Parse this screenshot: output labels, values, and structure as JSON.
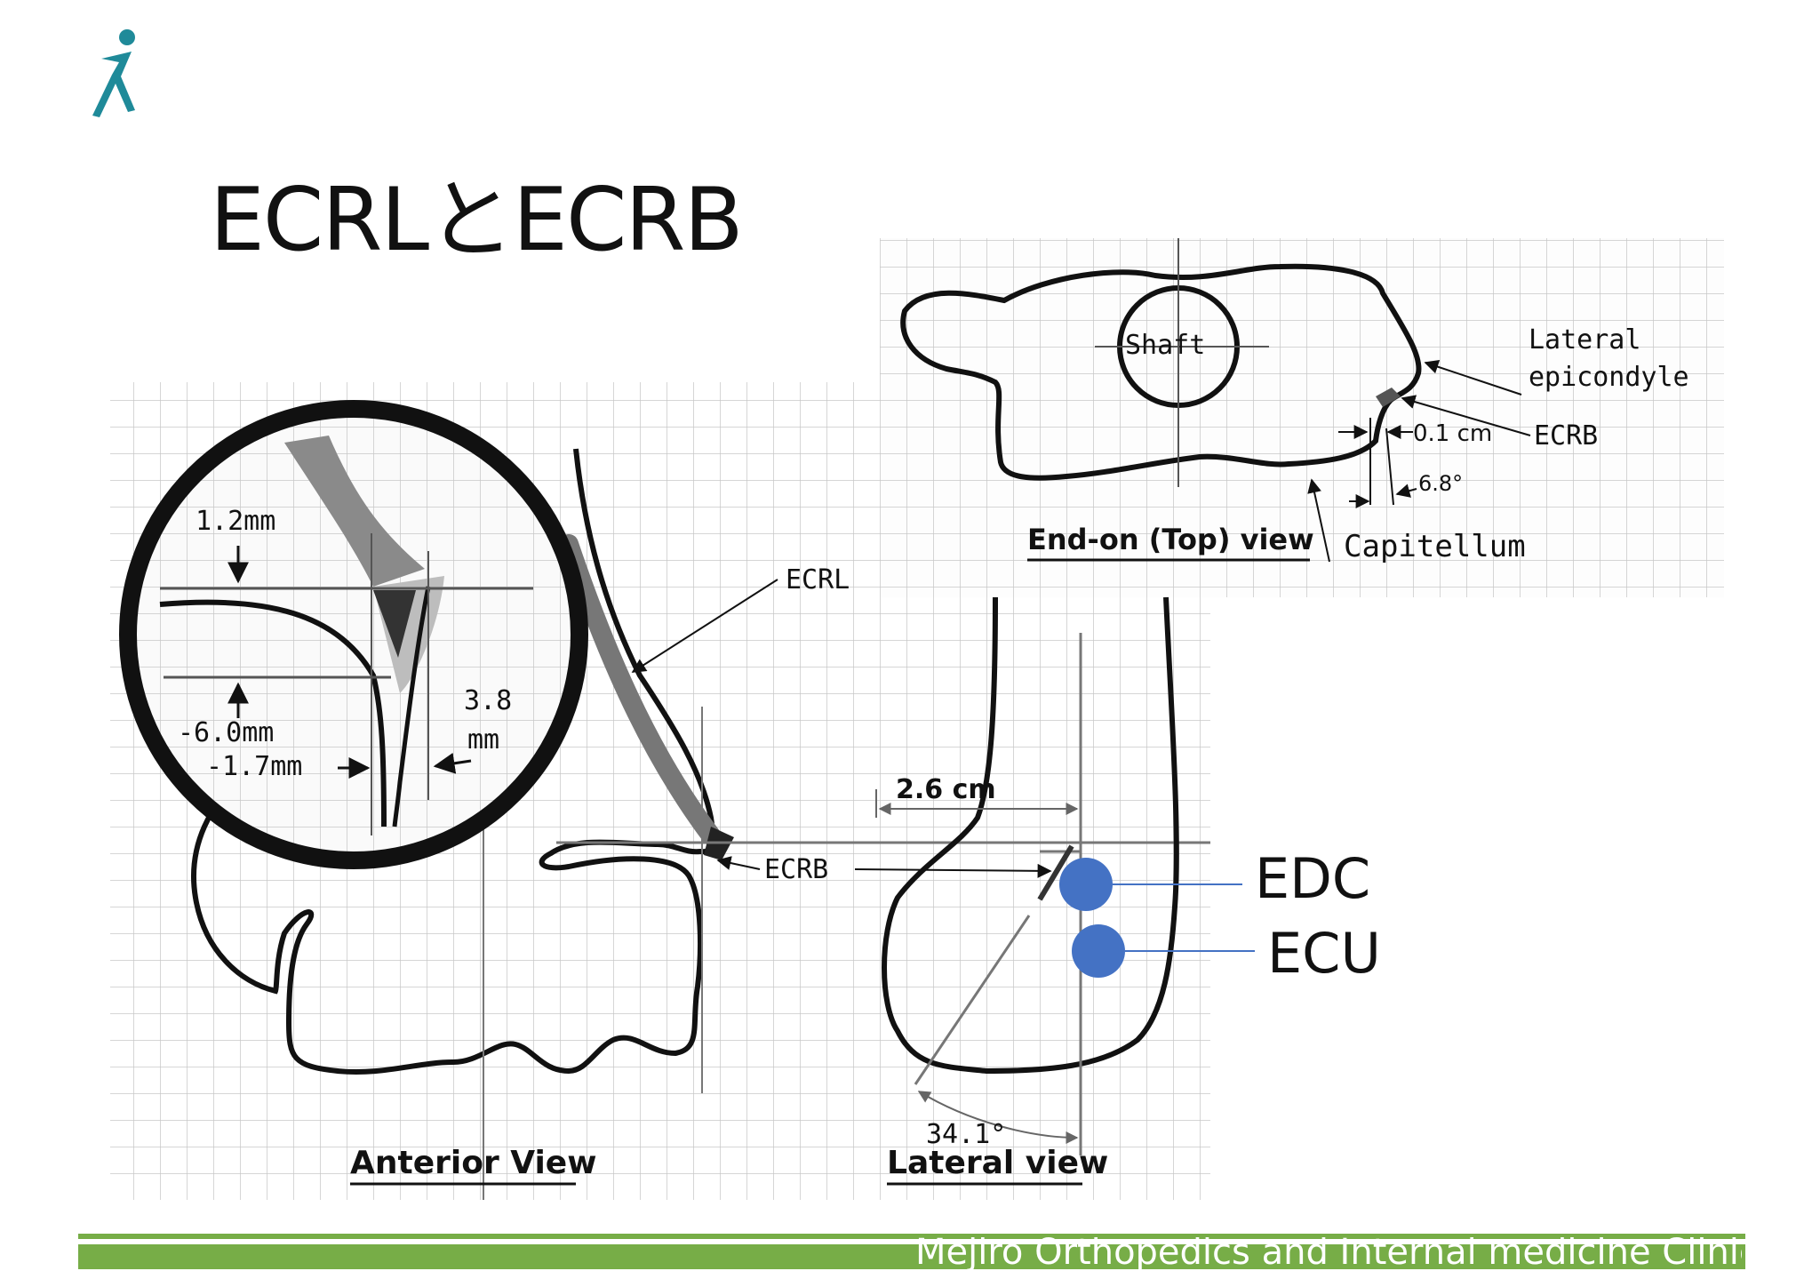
{
  "slide_title": "ECRLとECRB",
  "labels": {
    "edc": "EDC",
    "ecu": "ECU",
    "ecrl": "ECRL",
    "ecrb_anterior": "ECRB",
    "ecrb_top": "ECRB",
    "shaft": "Shaft",
    "lateral": "Lateral",
    "epicondyle": "epicondyle",
    "capitellum": "Capitellum",
    "dim_0_1cm": "0.1 cm",
    "angle_6_8": "6.8°",
    "end_on_view": "End-on (Top) view",
    "anterior_view": "Anterior View",
    "lateral_view": "Lateral view",
    "dim_2_6cm": "2.6 cm",
    "angle_34_1": "34.1°",
    "dim_1_2mm": "1.2mm",
    "dim_6_0mm": "-6.0mm",
    "dim_1_7mm": "-1.7mm",
    "dim_3_8": "3.8",
    "dim_mm": "mm"
  },
  "footer": "Mejiro Orthopedics and Internal medicine Clinic",
  "colors": {
    "accent_green": "#77ad47",
    "logo_teal": "#1f8a99",
    "marker_blue": "#4472c4"
  }
}
